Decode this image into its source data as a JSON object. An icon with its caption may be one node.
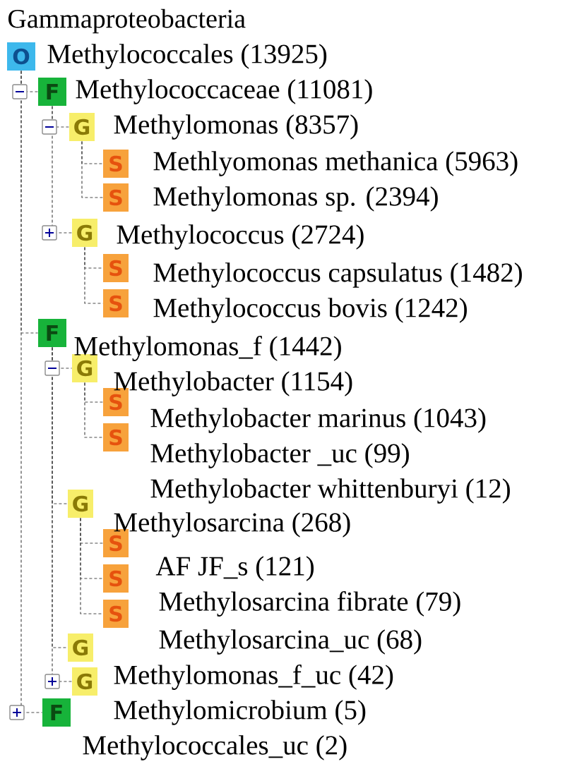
{
  "diagram": {
    "title": "Gammaproteobacteria",
    "nodes": [
      {
        "text": [
          "O"
        ]
      },
      {
        "text": [
          "F"
        ]
      },
      {
        "text": [
          "G"
        ]
      },
      {
        "text": [
          "S"
        ]
      },
      {
        "text": [
          "S"
        ]
      },
      {
        "text": [
          "G"
        ]
      },
      {
        "text": [
          "S"
        ]
      },
      {
        "text": [
          "S"
        ]
      },
      {
        "text": [
          "F"
        ]
      },
      {
        "text": [
          "G"
        ]
      },
      {
        "text": [
          "S"
        ]
      },
      {
        "text": [
          "S"
        ]
      },
      {
        "text": [
          "G"
        ]
      },
      {
        "text": [
          "S"
        ]
      },
      {
        "text": [
          "S"
        ]
      },
      {
        "text": [
          "S"
        ]
      },
      {
        "text": [
          "G"
        ]
      },
      {
        "text": [
          "G"
        ]
      },
      {
        "text": [
          "F"
        ]
      }
    ],
    "edges": [
      {
        "from": 0,
        "to": 1,
        "arrow": "none"
      },
      {
        "from": 1,
        "to": 2,
        "arrow": "none"
      },
      {
        "from": 2,
        "to": 3,
        "arrow": "none"
      },
      {
        "from": 2,
        "to": 4,
        "arrow": "none"
      },
      {
        "from": 1,
        "to": 5,
        "arrow": "none"
      },
      {
        "from": 5,
        "to": 6,
        "arrow": "none"
      },
      {
        "from": 5,
        "to": 7,
        "arrow": "none"
      },
      {
        "from": 0,
        "to": 8,
        "arrow": "none"
      },
      {
        "from": 8,
        "to": 9,
        "arrow": "none"
      },
      {
        "from": 9,
        "to": 10,
        "arrow": "none"
      },
      {
        "from": 9,
        "to": 11,
        "arrow": "none"
      },
      {
        "from": 8,
        "to": 12,
        "arrow": "none"
      },
      {
        "from": 12,
        "to": 13,
        "arrow": "none"
      },
      {
        "from": 12,
        "to": 14,
        "arrow": "none"
      },
      {
        "from": 12,
        "to": 15,
        "arrow": "none"
      },
      {
        "from": 8,
        "to": 16,
        "arrow": "none"
      },
      {
        "from": 8,
        "to": 17,
        "arrow": "none"
      },
      {
        "from": 0,
        "to": 18,
        "arrow": "none"
      }
    ],
    "labels": [
      "Methylococcales (13925)",
      "Methylococcaceae (11081)",
      "Methylomonas (8357)",
      "Methlyomonas methanica (5963)",
      "Methylomonas sp. (2394)",
      "Methylococcus (2724)",
      "Methylococcus capsulatus (1482)",
      "Methylococcus bovis (1242)",
      "Methylomonas_f (1442)",
      "Methylobacter (1154)",
      "Methylobacter marinus (1043)",
      "Methylobacter _uc (99)",
      "Methylobacter whittenburyi (12)",
      "Methylosarcina (268)",
      "AF JF_s (121)",
      "Methylosarcina fibrate (79)",
      "Methylosarcina_uc (68)",
      "Methylomonas_f_uc (42)",
      "Methylomicrobium (5)",
      "Methylococcales_uc (2)"
    ]
  }
}
